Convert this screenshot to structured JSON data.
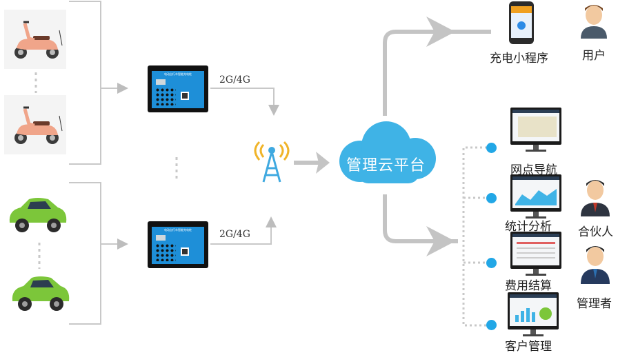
{
  "network_labels": [
    "2G/4G",
    "2G/4G"
  ],
  "cloud": {
    "label": "管理云平台"
  },
  "mini_program": {
    "label": "充电小程序"
  },
  "user": {
    "label": "用户"
  },
  "partner": {
    "label": "合伙人"
  },
  "manager": {
    "label": "管理者"
  },
  "modules": [
    {
      "label": "网点导航"
    },
    {
      "label": "统计分析"
    },
    {
      "label": "费用结算"
    },
    {
      "label": "客户管理"
    }
  ],
  "device_title": "电动自行车智能充电桩",
  "colors": {
    "accent": "#22a7e6",
    "cloud": "#3fb3e6",
    "line": "#c8c8c8",
    "scooter": "#f0a58a",
    "car": "#7cc63a"
  }
}
